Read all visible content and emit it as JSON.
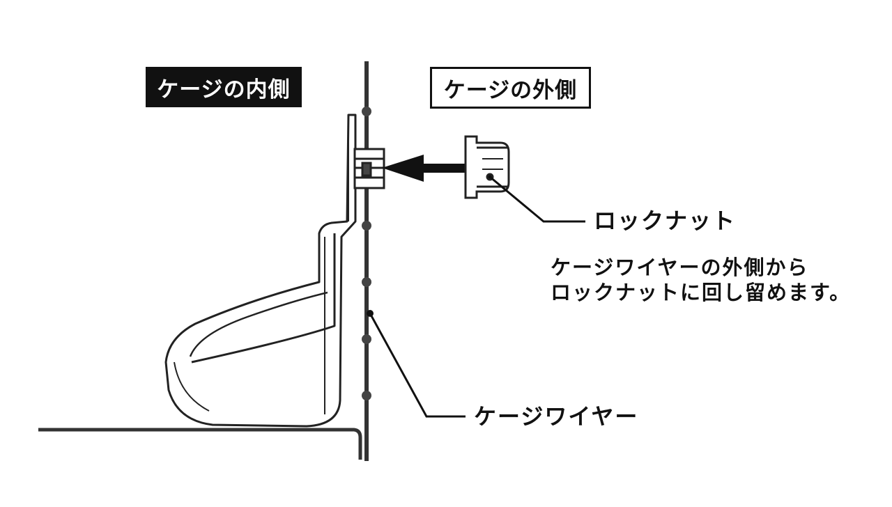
{
  "labels": {
    "cage_inside": "ケージの内側",
    "cage_outside": "ケージの外側",
    "lock_nut": "ロックナット",
    "note_line1": "ケージワイヤーの外側から",
    "note_line2": "ロックナットに回し留めます。",
    "cage_wire": "ケージワイヤー"
  },
  "colors": {
    "ink": "#111111",
    "background": "#ffffff"
  }
}
